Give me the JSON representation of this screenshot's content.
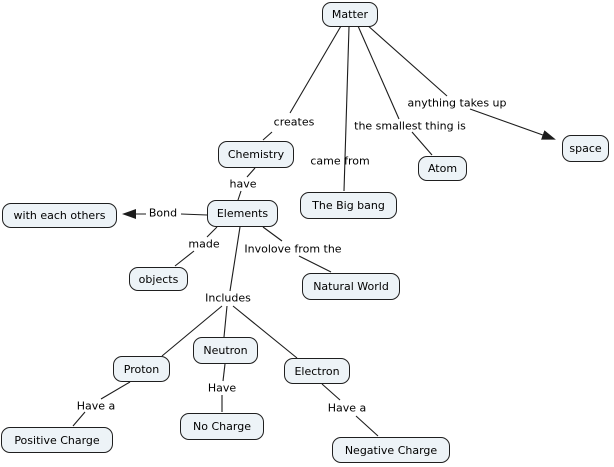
{
  "colors": {
    "background": "#ffffff",
    "node_fill": "#edf3f7",
    "node_border": "#1f1f1f",
    "connector": "#1c1c1c",
    "text": "#000000"
  },
  "nodes": [
    {
      "id": "matter",
      "label": "Matter"
    },
    {
      "id": "chemistry",
      "label": "Chemistry"
    },
    {
      "id": "space",
      "label": "space"
    },
    {
      "id": "atom",
      "label": "Atom"
    },
    {
      "id": "big-bang",
      "label": "The Big bang"
    },
    {
      "id": "with-each-others",
      "label": "with each others"
    },
    {
      "id": "elements",
      "label": "Elements"
    },
    {
      "id": "objects",
      "label": "objects"
    },
    {
      "id": "natural-world",
      "label": "Natural World"
    },
    {
      "id": "proton",
      "label": "Proton"
    },
    {
      "id": "neutron",
      "label": "Neutron"
    },
    {
      "id": "electron",
      "label": "Electron"
    },
    {
      "id": "positive-charge",
      "label": "Positive Charge"
    },
    {
      "id": "no-charge",
      "label": "No Charge"
    },
    {
      "id": "negative-charge",
      "label": "Negative Charge"
    }
  ],
  "edges": [
    {
      "label": "creates",
      "from": "Matter",
      "to": "Chemistry",
      "arrowhead": false
    },
    {
      "label": "came from",
      "from": "Matter",
      "to": "The Big bang",
      "arrowhead": false
    },
    {
      "label": "the smallest thing is",
      "from": "Matter",
      "to": "Atom",
      "arrowhead": false
    },
    {
      "label": "anything takes up",
      "from": "Matter",
      "to": "space",
      "arrowhead": true
    },
    {
      "label": "have",
      "from": "Chemistry",
      "to": "Elements",
      "arrowhead": false
    },
    {
      "label": "Bond",
      "from": "Elements",
      "to": "with each others",
      "arrowhead": true
    },
    {
      "label": "made",
      "from": "Elements",
      "to": "objects",
      "arrowhead": false
    },
    {
      "label": "Involove from the",
      "from": "Elements",
      "to": "Natural World",
      "arrowhead": false
    },
    {
      "label": "Includes",
      "from": "Elements",
      "to": [
        "Proton",
        "Neutron",
        "Electron"
      ],
      "arrowhead": false
    },
    {
      "label": "Have a",
      "from": "Proton",
      "to": "Positive Charge",
      "arrowhead": false
    },
    {
      "label": "Have",
      "from": "Neutron",
      "to": "No Charge",
      "arrowhead": false
    },
    {
      "label": "Have a",
      "from": "Electron",
      "to": "Negative Charge",
      "arrowhead": false
    }
  ]
}
